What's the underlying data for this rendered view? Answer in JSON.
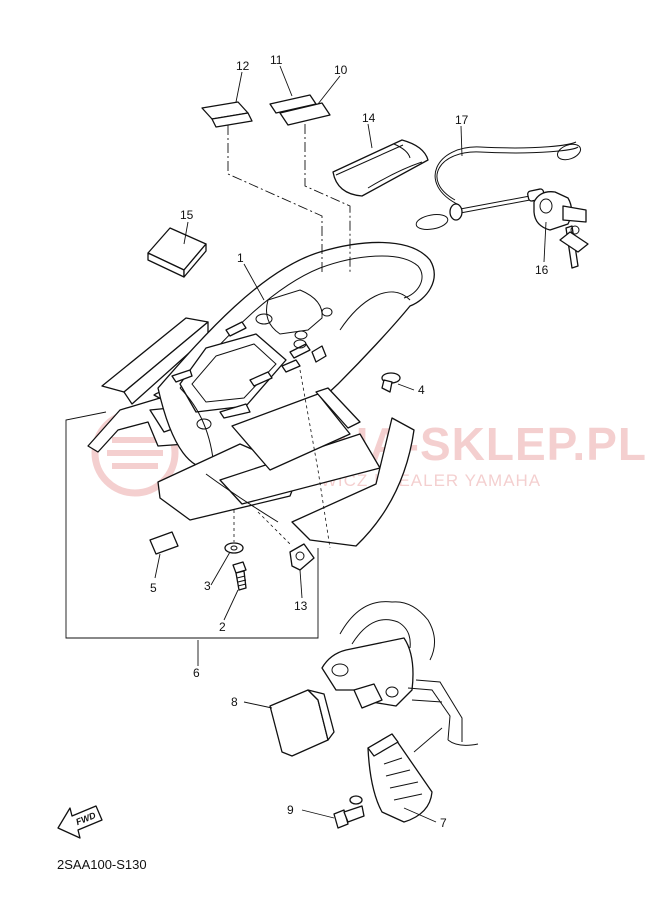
{
  "callouts": {
    "c1": "1",
    "c2": "2",
    "c3": "3",
    "c4": "4",
    "c5": "5",
    "c6": "6",
    "c7": "7",
    "c8": "8",
    "c9": "9",
    "c10": "10",
    "c11": "11",
    "c12": "12",
    "c13": "13",
    "c14": "14",
    "c15": "15",
    "c16": "16",
    "c17": "17"
  },
  "fwd_label": "FWD",
  "diagram_code": "2SAA100-S130",
  "watermark": {
    "brand": "YAMAHA-SKLEP.PL",
    "subtitle": "WOJCIECHOWICZ | DEALER YAMAHA"
  },
  "colors": {
    "line": "#111111",
    "shade": "#d4d4d4",
    "watermark": "#e07878"
  }
}
